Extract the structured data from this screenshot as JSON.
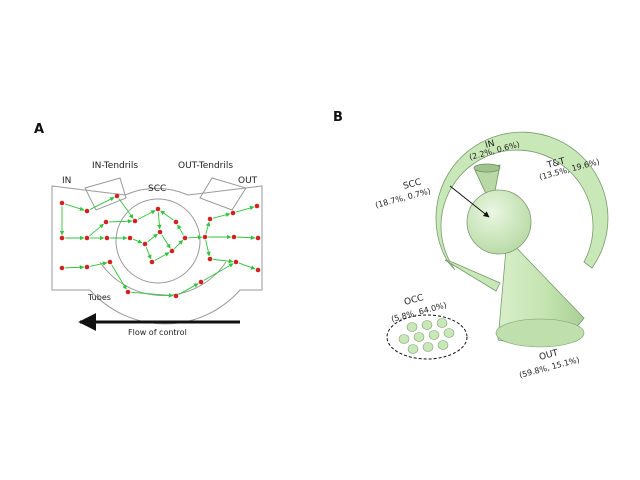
{
  "panel_a": {
    "letter": "A",
    "labels": {
      "in": "IN",
      "in_tendrils": "IN-Tendrils",
      "scc": "SCC",
      "out_tendrils": "OUT-Tendrils",
      "out": "OUT",
      "tubes": "Tubes",
      "flow": "Flow of control"
    }
  },
  "panel_b": {
    "letter": "B",
    "labels": {
      "in_name": "IN",
      "in_pct": "(2.2%, 0.6%)",
      "tt_name": "T&T",
      "tt_pct": "(13.5%, 19.6%)",
      "scc_name": "SCC",
      "scc_pct": "(18.7%, 0.7%)",
      "occ_name": "OCC",
      "occ_pct": "(5.8%, 64.0%)",
      "out_name": "OUT",
      "out_pct": "(59.8%, 15.1%)"
    }
  },
  "colors": {
    "node": "#d42020",
    "edge": "#2fc43a",
    "shape_fill": "#c9e8b8",
    "shape_stroke": "#7a9a6e",
    "outline": "#9a9a9a"
  }
}
